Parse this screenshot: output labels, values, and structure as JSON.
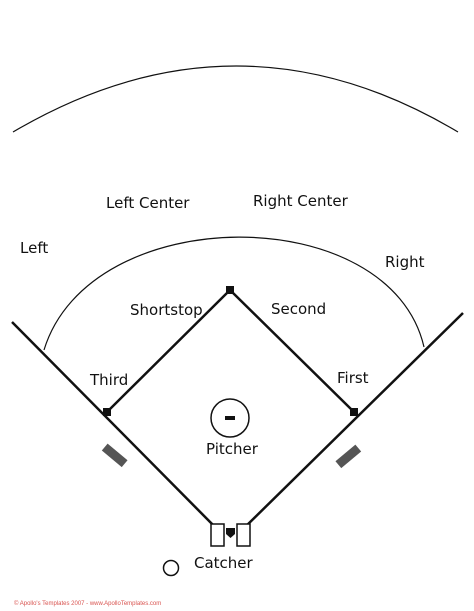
{
  "positions": {
    "left": "Left",
    "left_center": "Left Center",
    "right_center": "Right Center",
    "right": "Right",
    "shortstop": "Shortstop",
    "second": "Second",
    "third": "Third",
    "first": "First",
    "pitcher": "Pitcher",
    "catcher": "Catcher"
  },
  "credit": "© Apollo's Templates 2007 - www.ApolloTemplates.com",
  "colors": {
    "line": "#111111",
    "base_pad": "#555555",
    "credit": "#d9534f"
  }
}
